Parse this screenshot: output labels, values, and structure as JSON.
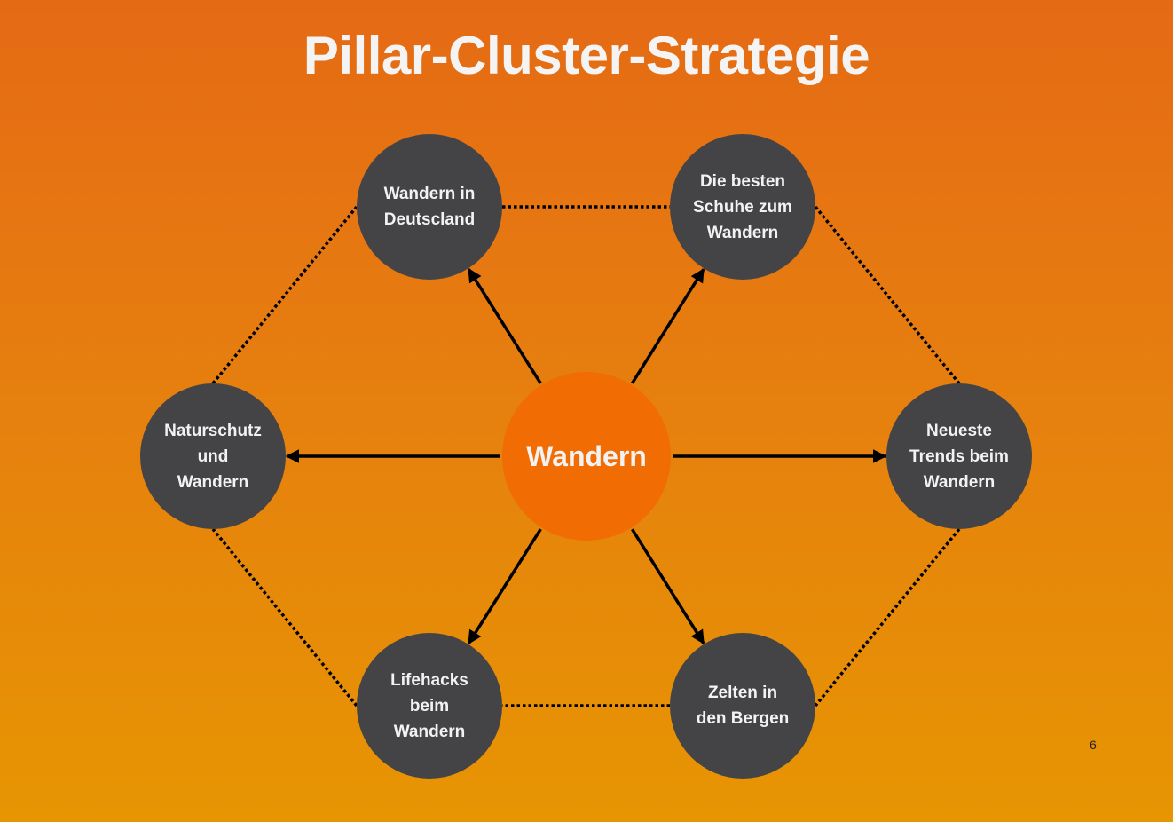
{
  "title": "Pillar-Cluster-Strategie",
  "pillar": {
    "label": "Wandern",
    "color": "#f26c04"
  },
  "clusters": [
    {
      "id": "top-left",
      "label": "Wandern in\nDeutscland"
    },
    {
      "id": "top-right",
      "label": "Die besten\nSchuhe zum\nWandern"
    },
    {
      "id": "left",
      "label": "Naturschutz\nund\nWandern"
    },
    {
      "id": "right",
      "label": "Neueste\nTrends beim\nWandern"
    },
    {
      "id": "bottom-left",
      "label": "Lifehacks\nbeim\nWandern"
    },
    {
      "id": "bottom-right",
      "label": "Zelten in\nden Bergen"
    }
  ],
  "edges": {
    "arrows_from_pillar_to": [
      "top-left",
      "top-right",
      "left",
      "right",
      "bottom-left",
      "bottom-right"
    ],
    "dotted_links": [
      [
        "top-left",
        "top-right"
      ],
      [
        "top-right",
        "right"
      ],
      [
        "right",
        "bottom-right"
      ],
      [
        "bottom-right",
        "bottom-left"
      ],
      [
        "bottom-left",
        "left"
      ],
      [
        "left",
        "top-left"
      ]
    ]
  },
  "colors": {
    "cluster": "#444446",
    "text": "#f2f2f2",
    "line": "#000000"
  },
  "page_number": "6"
}
